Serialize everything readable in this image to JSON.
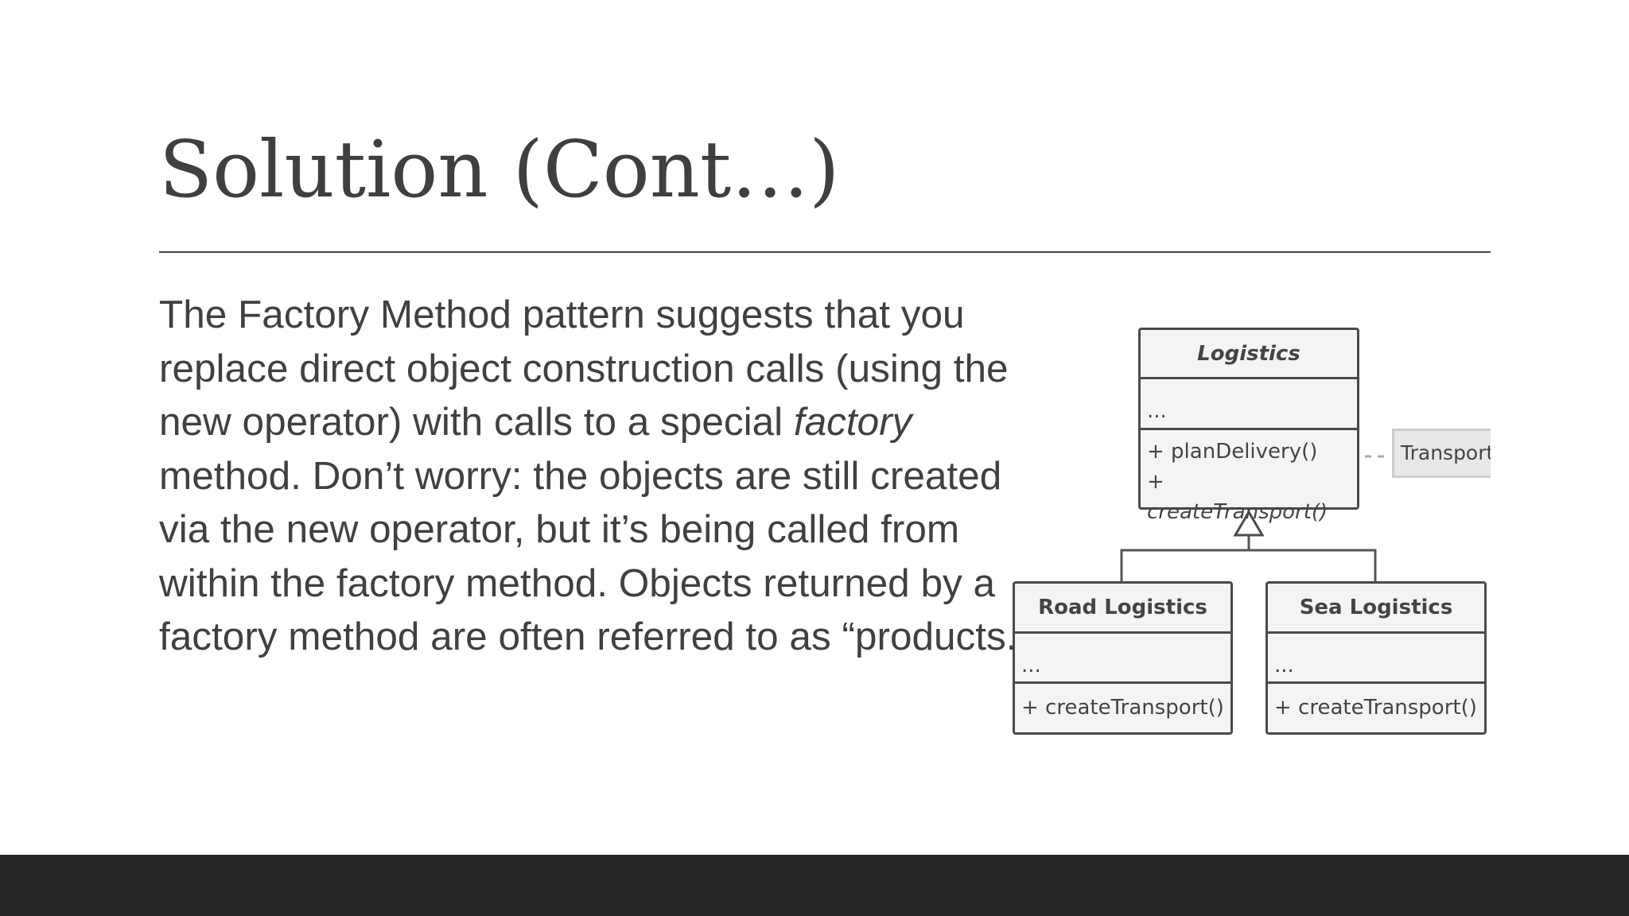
{
  "slide": {
    "title": "Solution (Cont…)",
    "body_parts": [
      "The Factory Method pattern suggests that you replace direct object construction calls (using the new operator) with calls to a special ",
      "factory",
      " method. Don’t worry: the objects are still created via the new operator, but it’s being called from within the factory method. Objects returned by a factory method are often referred to as “products."
    ]
  },
  "diagram": {
    "logistics": {
      "name": "Logistics",
      "fields": "...",
      "methods": [
        "+ planDelivery()",
        "+ createTransport()"
      ]
    },
    "transport": {
      "name": "Transport"
    },
    "road": {
      "name": "Road Logistics",
      "fields": "...",
      "method": "+ createTransport()"
    },
    "sea": {
      "name": "Sea Logistics",
      "fields": "...",
      "method": "+ createTransport()"
    }
  },
  "colors": {
    "text": "#404040",
    "footer": "#262626"
  }
}
